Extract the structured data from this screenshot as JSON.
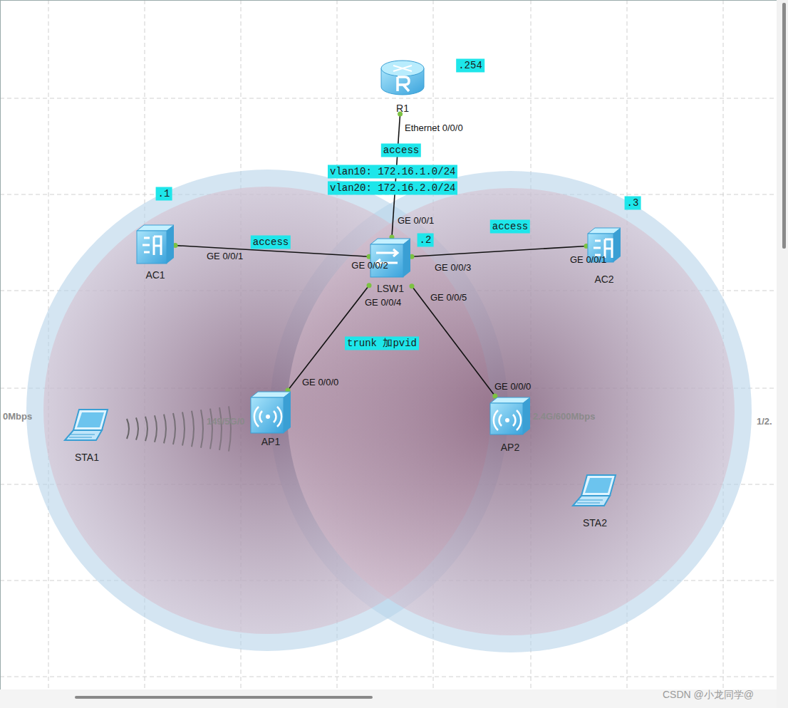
{
  "diagram": {
    "nodes": [
      {
        "text": [
          "R1"
        ]
      },
      {
        "text": [
          "AC1"
        ]
      },
      {
        "text": [
          "LSW1"
        ]
      },
      {
        "text": [
          "AC2"
        ]
      },
      {
        "text": [
          "STA1"
        ]
      },
      {
        "text": [
          "AP1"
        ]
      },
      {
        "text": [
          "AP2"
        ]
      },
      {
        "text": [
          "STA2"
        ]
      }
    ],
    "edges": [
      {
        "from": 0,
        "to": 2,
        "arrow": "none"
      },
      {
        "from": 1,
        "to": 2,
        "arrow": "none"
      },
      {
        "from": 2,
        "to": 3,
        "arrow": "none"
      },
      {
        "from": 2,
        "to": 5,
        "arrow": "none"
      },
      {
        "from": 2,
        "to": 6,
        "arrow": "none"
      }
    ],
    "labels": [
      ".254",
      "Ethernet 0/0/0",
      "access",
      "vlan10: 172.16.1.0/24",
      "vlan20: 172.16.2.0/24",
      ".1",
      "GE 0/0/1",
      "GE 0/0/1",
      "access",
      "GE 0/0/2",
      ".2",
      "GE 0/0/3",
      "access",
      ".3",
      "GE 0/0/1",
      "GE 0/0/4",
      "GE 0/0/5",
      "trunk 加pvid",
      "GE 0/0/0",
      "GE 0/0/0",
      "0Mbps",
      "149/5G/0",
      "2.4G/600Mbps",
      "1/2.",
      "CSDN @小龙同学@"
    ]
  }
}
